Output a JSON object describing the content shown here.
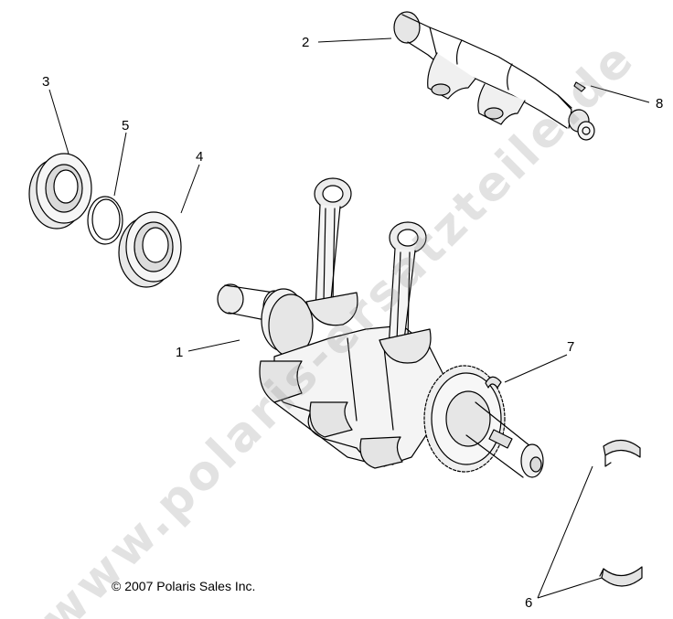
{
  "copyright": "2007 Polaris Sales Inc.",
  "copyright_symbol": "©",
  "watermark": "www.polaris-ersatzteile.de",
  "callouts": {
    "c1": "1",
    "c2": "2",
    "c3": "3",
    "c4": "4",
    "c5": "5",
    "c6": "6",
    "c7": "7",
    "c8": "8"
  },
  "colors": {
    "line": "#000000",
    "shade": "#d8d8d8",
    "light": "#f2f2f2",
    "watermark": "#969696"
  }
}
